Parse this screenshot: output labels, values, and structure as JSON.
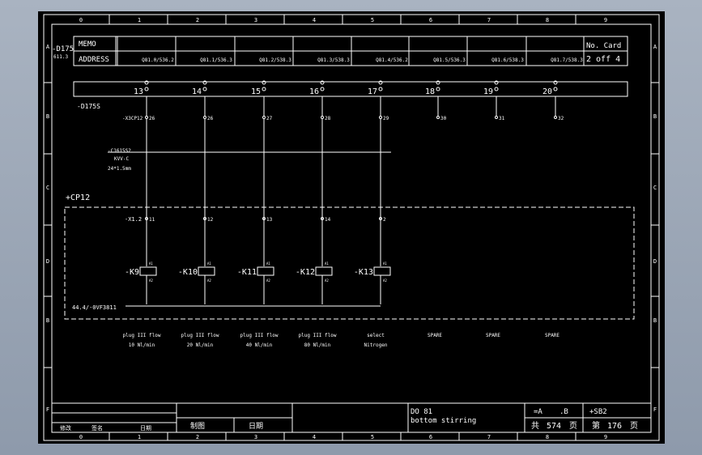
{
  "columns": [
    "0",
    "1",
    "2",
    "3",
    "4",
    "5",
    "6",
    "7",
    "8",
    "9"
  ],
  "rows_left": [
    "A",
    "B",
    "C",
    "D",
    "B",
    "F"
  ],
  "rows_right": [
    "A",
    "B",
    "C",
    "D",
    "B",
    "F"
  ],
  "header": {
    "memo_label": "MEMO",
    "address_label": "ADDRESS",
    "card_label": "No. Card",
    "card_value": "2 off 4",
    "module_ref": "-D175",
    "module_sub": "611.3",
    "addresses": [
      "Q81.0/536.2",
      "Q81.1/536.3",
      "Q81.2/538.3",
      "Q81.3/538.3",
      "Q81.4/536.2",
      "Q81.5/536.3",
      "Q81.6/538.3",
      "Q81.7/538.3"
    ]
  },
  "terminal_strip": {
    "numbers": [
      "13",
      "14",
      "15",
      "16",
      "17",
      "18",
      "19",
      "20"
    ],
    "label": "-D175S"
  },
  "connector": {
    "label": "-X3CP12",
    "pins": [
      "26",
      "26",
      "27",
      "28",
      "29",
      "30",
      "31",
      "32"
    ]
  },
  "cable": {
    "name": "-C1615S2",
    "type": "KVV-C",
    "spec": "24*1.5mm"
  },
  "cabinet": {
    "label": "+CP12",
    "terminal_label": "-X1.2",
    "terminals": [
      "11",
      "12",
      "13",
      "14",
      "2"
    ],
    "relays": [
      "-K9",
      "-K10",
      "-K11",
      "-K12",
      "-K13"
    ],
    "coil_top": "A1",
    "coil_bottom": "A2",
    "return_ref": "44.4/-0VF3811"
  },
  "descriptions": [
    {
      "line1": "plug III flow",
      "line2": "10 Nl/min"
    },
    {
      "line1": "plug III flow",
      "line2": "20 Nl/min"
    },
    {
      "line1": "plug III flow",
      "line2": "40 Nl/min"
    },
    {
      "line1": "plug III flow",
      "line2": "80 Nl/min"
    },
    {
      "line1": "select",
      "line2": "Nitrogen"
    },
    {
      "line1": "SPARE",
      "line2": ""
    },
    {
      "line1": "SPARE",
      "line2": ""
    },
    {
      "line1": "SPARE",
      "line2": ""
    }
  ],
  "title_block": {
    "rev_labels": [
      "修改",
      "签名",
      "日期"
    ],
    "drawn_label": "制图",
    "date_label": "日期",
    "title_line1": "DO 81",
    "title_line2": "bottom stirring",
    "station": "=A",
    "station_suffix": ".B",
    "location": "+SB2",
    "total_label": "共",
    "total_pages": "574",
    "page_unit": "页",
    "sheet_label": "第",
    "sheet_number": "176",
    "sheet_unit": "页"
  }
}
